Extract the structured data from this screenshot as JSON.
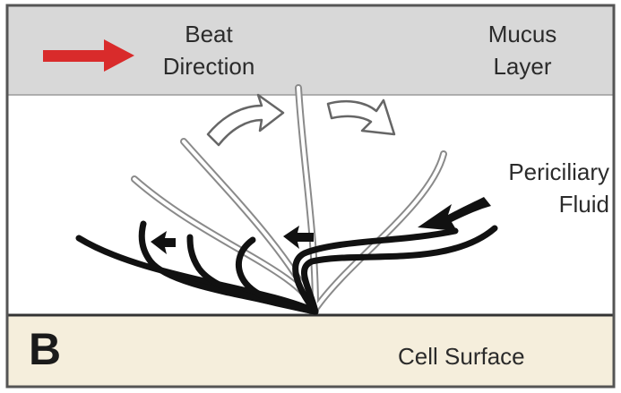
{
  "panel_label": "B",
  "labels": {
    "beat_direction_1": "Beat",
    "beat_direction_2": "Direction",
    "mucus_layer_1": "Mucus",
    "mucus_layer_2": "Layer",
    "periciliary_fluid_1": "Periciliary",
    "periciliary_fluid_2": "Fluid",
    "cell_surface": "Cell Surface"
  },
  "colors": {
    "mucus_layer": "#d8d8d8",
    "periciliary_fluid": "#ffffff",
    "cell_surface": "#f5eedc",
    "beat_arrow": "#d92b2b",
    "cilia_dark": "#111111",
    "border": "#555555"
  },
  "icons": {
    "beat_arrow": "red-right-arrow-icon",
    "recovery_arrows": "outlined-curved-arrow-icon",
    "effective_stroke_arrows": "black-arrowhead-icon"
  }
}
